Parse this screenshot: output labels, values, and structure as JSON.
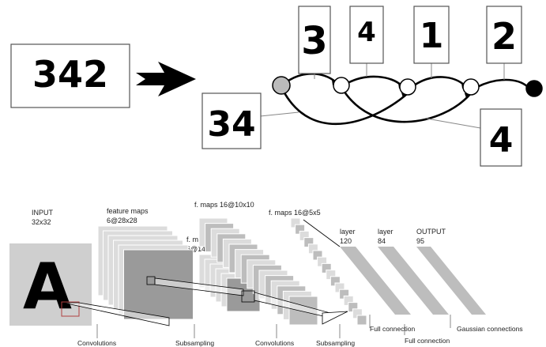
{
  "segmentation": {
    "input_text": "342",
    "segments": [
      "3",
      "4",
      "1",
      "2",
      "34",
      "4"
    ]
  },
  "cnn": {
    "input_label": [
      "INPUT",
      "32x32"
    ],
    "c1_label": [
      "feature maps",
      "6@28x28"
    ],
    "s2_label": [
      "f. maps",
      "6@14x14"
    ],
    "c3_label": [
      "f. maps 16@10x10"
    ],
    "s4_label": [
      "f. maps 16@5x5"
    ],
    "c5_label": [
      "layer",
      "120"
    ],
    "f6_label": [
      "layer",
      "84"
    ],
    "out_label": [
      "OUTPUT",
      "95"
    ],
    "input_glyph": "A",
    "ops": {
      "convolutions_1": "Convolutions",
      "subsampling_1": "Subsampling",
      "convolutions_2": "Convolutions",
      "subsampling_2": "Subsampling",
      "full_connection_1": "Full connection",
      "full_connection_2": "Full connection",
      "gaussian": "Gaussian connections"
    }
  },
  "colors": {
    "map_light": "#dcdcdc",
    "map_mid": "#bdbdbd",
    "map_dark": "#9a9a9a",
    "input_bg": "#cfcfcf",
    "start_node": "#bbbbbb",
    "end_node": "#000000"
  }
}
